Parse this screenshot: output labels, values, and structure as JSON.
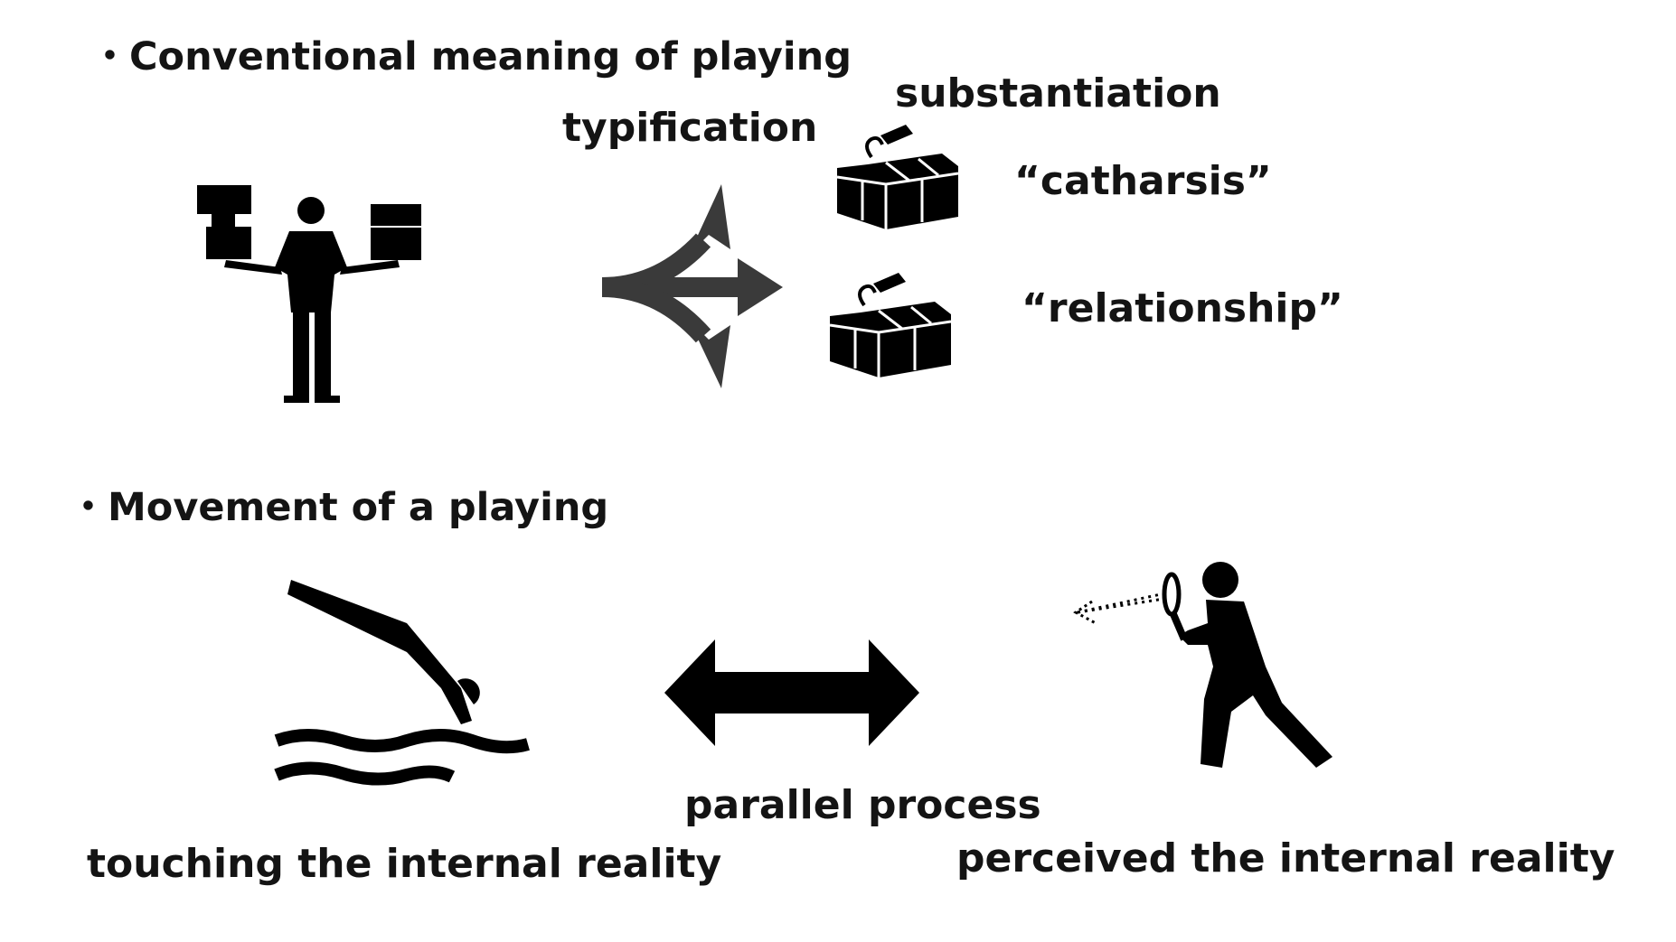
{
  "section1": {
    "heading": "・Conventional meaning of  playing",
    "typification_label": "typification",
    "substantiation_label": "substantiation",
    "catharsis_label": "“catharsis”",
    "relationship_label": "“relationship”"
  },
  "section2": {
    "heading": "・Movement of a playing",
    "touching_label": "touching the internal reality",
    "parallel_label": "parallel process",
    "perceived_label": "perceived the internal reality"
  },
  "colors": {
    "ink": "#000000",
    "branch_arrow": "#3a3a3a",
    "text": "#141414"
  },
  "icons": [
    "person-balancing-boxes-icon",
    "branching-arrows-icon",
    "tagged-box-icon",
    "diver-icon",
    "double-arrow-icon",
    "person-with-magnifier-icon"
  ]
}
